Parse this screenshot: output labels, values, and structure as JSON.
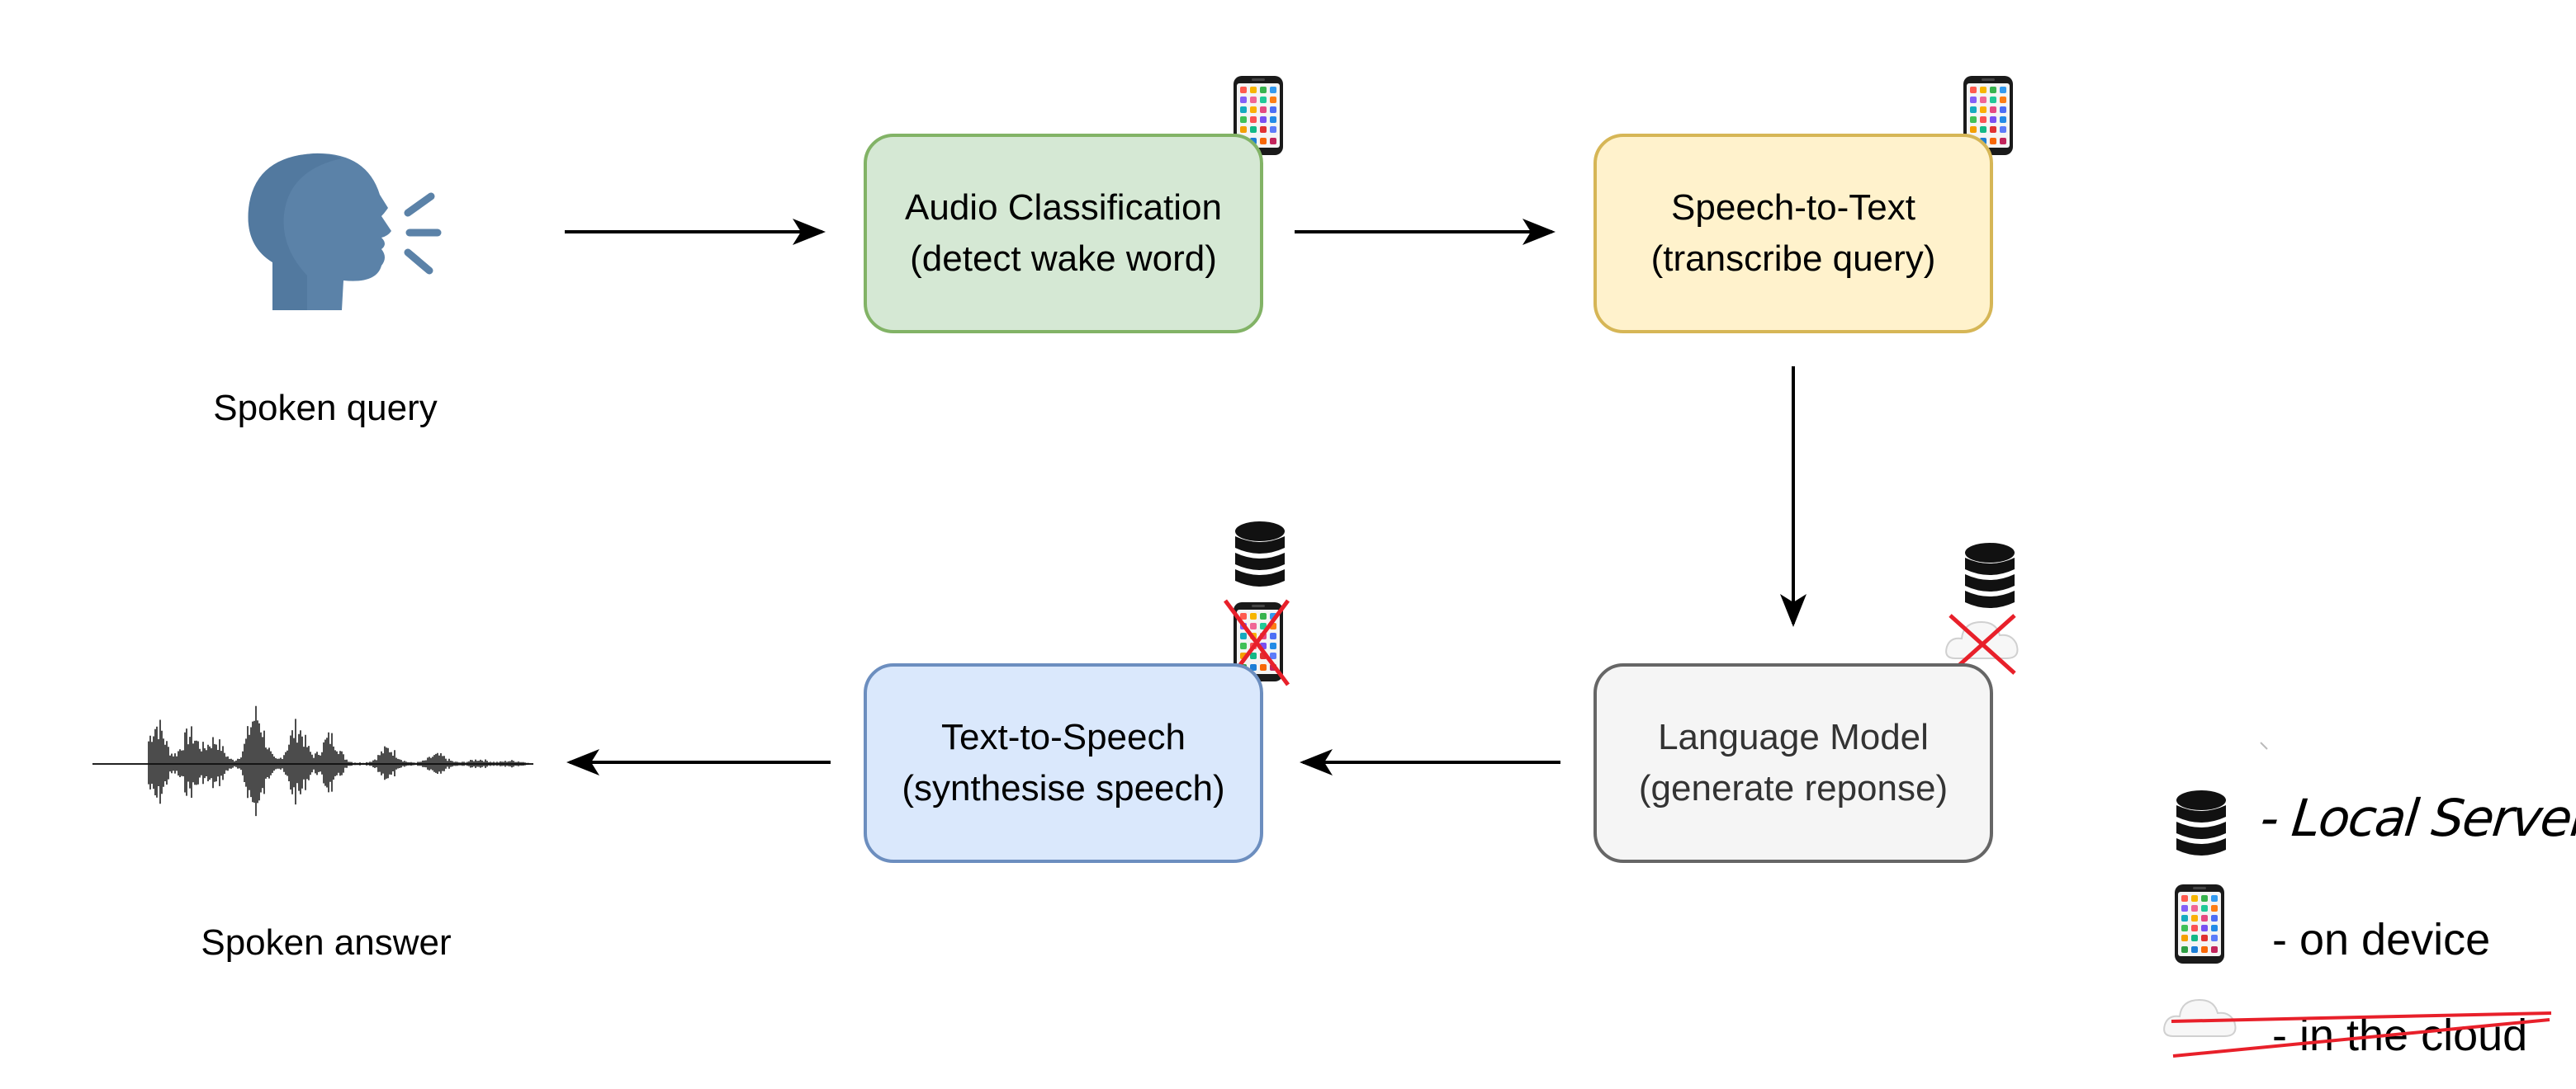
{
  "diagram": {
    "nodes": {
      "spoken_query": {
        "label": "Spoken query"
      },
      "spoken_answer": {
        "label": "Spoken answer"
      },
      "audio_classification": {
        "line1": "Audio Classification",
        "line2": "(detect wake word)"
      },
      "speech_to_text": {
        "line1": "Speech-to-Text",
        "line2": "(transcribe query)"
      },
      "language_model": {
        "line1": "Language Model",
        "line2": "(generate reponse)"
      },
      "text_to_speech": {
        "line1": "Text-to-Speech",
        "line2": "(synthesise speech)"
      }
    },
    "icons": {
      "speaker": "speaking-head-icon",
      "waveform": "audio-waveform-icon",
      "device": "mobile-phone-icon",
      "server": "database-server-icon",
      "cloud": "cloud-icon",
      "cross": "red-cross-icon"
    },
    "legend": {
      "local_server": "- Local Server",
      "on_device": "- on device",
      "in_the_cloud": "- in the cloud"
    },
    "colors": {
      "green_fill": "#d5e8d4",
      "green_stroke": "#82b366",
      "yellow_fill": "#fff2cc",
      "yellow_stroke": "#d6b656",
      "gray_fill": "#f5f5f5",
      "gray_stroke": "#666666",
      "blue_fill": "#dae8fc",
      "blue_stroke": "#6c8ebf",
      "cross_red": "#e8202a"
    }
  }
}
